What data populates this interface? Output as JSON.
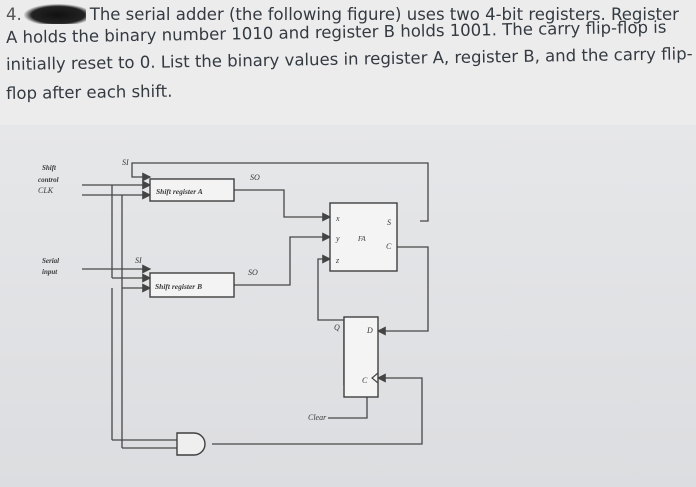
{
  "question": {
    "number": "4.",
    "line1": "The serial adder (the following figure) uses two 4-bit registers. Register",
    "line2": "A holds the binary number 1010 and register B holds 1001. The carry flip-flop is",
    "line3": "initially reset to 0. List the binary values in register A, register B, and the carry flip-",
    "line4": "flop after each shift."
  },
  "diagram": {
    "shift_control_line1": "Shift",
    "shift_control_line2": "control",
    "clk_label": "CLK",
    "serial_input_line1": "Serial",
    "serial_input_line2": "input",
    "si_a": "SI",
    "si_b": "SI",
    "so_a": "SO",
    "so_b": "SO",
    "reg_a": "Shift register A",
    "reg_b": "Shift register B",
    "fa_x": "x",
    "fa_y": "y",
    "fa_z": "z",
    "fa_label": "FA",
    "fa_s": "S",
    "fa_c": "C",
    "ff_q": "Q",
    "ff_d": "D",
    "ff_clk": "C",
    "clear_label": "Clear"
  }
}
